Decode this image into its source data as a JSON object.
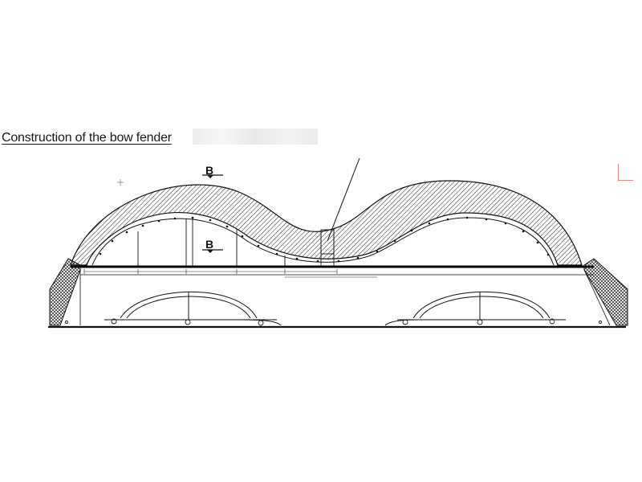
{
  "caption": {
    "text": "Construction of the bow fender"
  },
  "drawing": {
    "section_marks": [
      {
        "letter": "B"
      },
      {
        "letter": "B"
      }
    ]
  },
  "colors": {
    "line": "#111111",
    "corner_mark": "#d98a8a"
  }
}
